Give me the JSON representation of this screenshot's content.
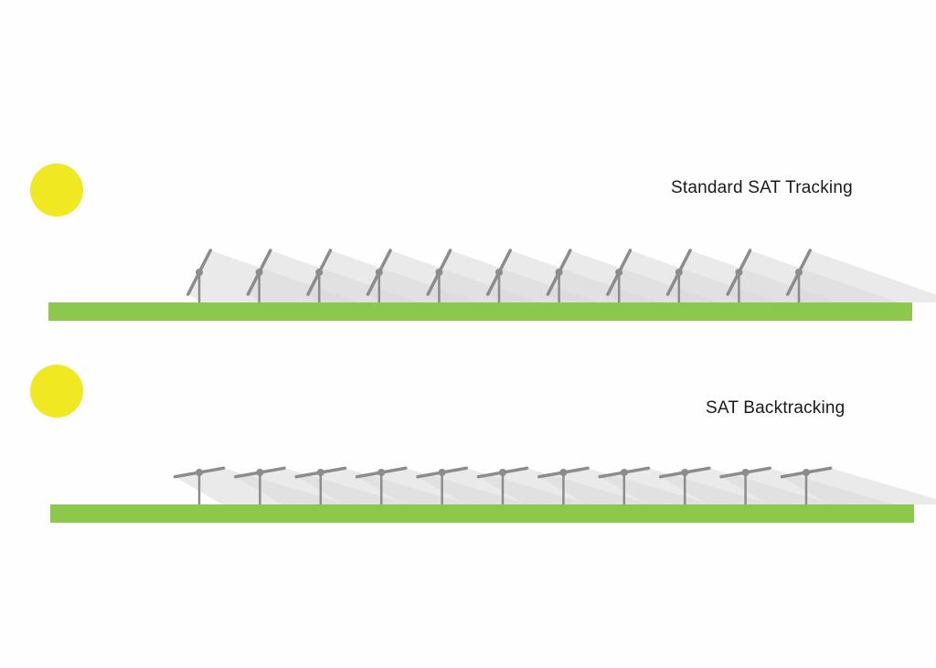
{
  "colors": {
    "background": "#fefefe",
    "sun": "#f0e821",
    "ground": "#8cc84b",
    "tracker": "#8c8c8c",
    "shadow": "#d8d8d8",
    "label": "#1a1a1a"
  },
  "scenes": [
    {
      "id": "standard",
      "title": "Standard SAT Tracking",
      "icon": "sun-icon",
      "tracker_count": 11,
      "panel_tilt_deg": -63
    },
    {
      "id": "backtracking",
      "title": "SAT Backtracking",
      "icon": "sun-icon",
      "tracker_count": 11,
      "panel_tilt_deg": -10
    }
  ]
}
